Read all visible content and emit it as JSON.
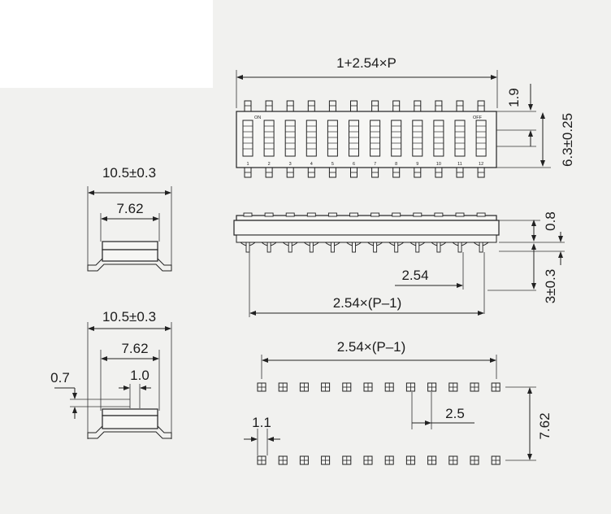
{
  "dimensions": {
    "top_length": "1+2.54×P",
    "top_offset": "1.9",
    "top_height": "6.3±0.25",
    "side_width_1": "10.5±0.3",
    "side_inner_1": "7.62",
    "side_width_2": "10.5±0.3",
    "side_inner_2": "7.62",
    "lead_thickness": "0.7",
    "lead_width": "1.0",
    "front_thickness": "0.8",
    "front_height": "3±0.3",
    "pitch": "2.54",
    "front_span": "2.54×(P–1)",
    "pad_span": "2.54×(P–1)",
    "pad_pitch": "2.5",
    "pad_size": "1.1",
    "row_spacing": "7.62"
  },
  "switch_labels": {
    "on": "ON",
    "off": "OFF",
    "positions": [
      "1",
      "2",
      "3",
      "4",
      "5",
      "6",
      "7",
      "8",
      "9",
      "10",
      "11",
      "12"
    ]
  },
  "colors": {
    "paper": "#f1f1ef",
    "ink": "#1c1c1c"
  }
}
